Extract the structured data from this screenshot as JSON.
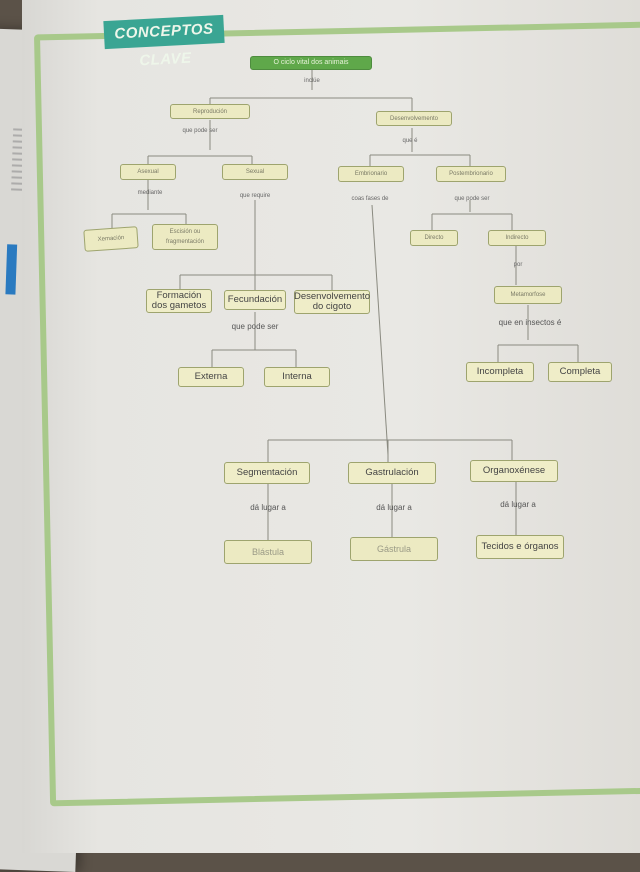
{
  "title": "CONCEPTOS CLAVE",
  "root": "O ciclo vital dos animais",
  "root_link": "inclúe",
  "nodes": {
    "reproduccion": "Reprodución",
    "desenvolvemento": "Desenvolvemento",
    "asexual": "Asexual",
    "sexual": "Sexual",
    "embrionario": "Embrionario",
    "postembrionario": "Postembrionario",
    "xemacion": "Xemación",
    "escision": "Escisión ou fragmentación",
    "directo": "Directo",
    "indirecto": "Indirecto",
    "formacion_gametos": "Formación dos gametos",
    "fecundacion": "Fecundación",
    "desenvolvemento_cigoto": "Desenvolvemento do cigoto",
    "metamorfose": "Metamorfose",
    "externa": "Externa",
    "interna": "Interna",
    "incompleta": "Incompleta",
    "completa": "Completa",
    "segmentacion": "Segmentación",
    "gastrulacion": "Gastrulación",
    "organoxenese": "Organoxénese",
    "blastula": "Blástula",
    "gastrula": "Gástrula",
    "tecidos": "Tecidos e órganos"
  },
  "links": {
    "que_pode_ser_1": "que pode ser",
    "que_e": "que é",
    "mediante": "mediante",
    "que_require": "que require",
    "coas_fases_de": "coas fases de",
    "que_pode_ser_2": "que pode ser",
    "por": "por",
    "que_pode_ser_3": "que pode ser",
    "que_en_insectos": "que en insectos é",
    "da_lugar_1": "dá lugar a",
    "da_lugar_2": "dá lugar a",
    "da_lugar_3": "dá lugar a"
  },
  "colors": {
    "frame": "#a8c98a",
    "title_bg": "#3aa593",
    "root_bg": "#5fa84a",
    "node_bg": "#eceac2"
  }
}
